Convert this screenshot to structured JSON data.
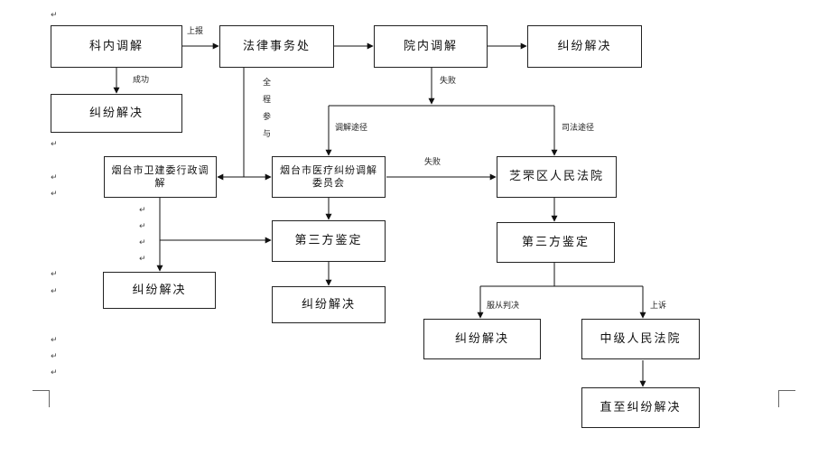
{
  "boxes": {
    "dept_mediation": "科内调解",
    "legal_office": "法律事务处",
    "hospital_mediation": "院内调解",
    "resolved_a": "纠纷解决",
    "resolved_b": "纠纷解决",
    "health_commission": "烟台市卫建委行政调解",
    "medical_committee": "烟台市医疗纠纷调解委员会",
    "zhifu_court": "芝罘区人民法院",
    "resolved_c": "纠纷解决",
    "third_party_mid": "第三方鉴定",
    "third_party_right": "第三方鉴定",
    "resolved_d": "纠纷解决",
    "resolved_e": "纠纷解决",
    "intermediate_court": "中级人民法院",
    "final_resolved": "直至纠纷解决"
  },
  "labels": {
    "report_up": "上报",
    "success": "成功",
    "full_participation": [
      "全",
      "程",
      "参",
      "与"
    ],
    "fail_top": "失败",
    "mediation_route": "调解途径",
    "judicial_route": "司法途径",
    "fail_mid": "失败",
    "accept_verdict": "服从判决",
    "appeal": "上诉"
  },
  "paragraph_mark": "↵"
}
